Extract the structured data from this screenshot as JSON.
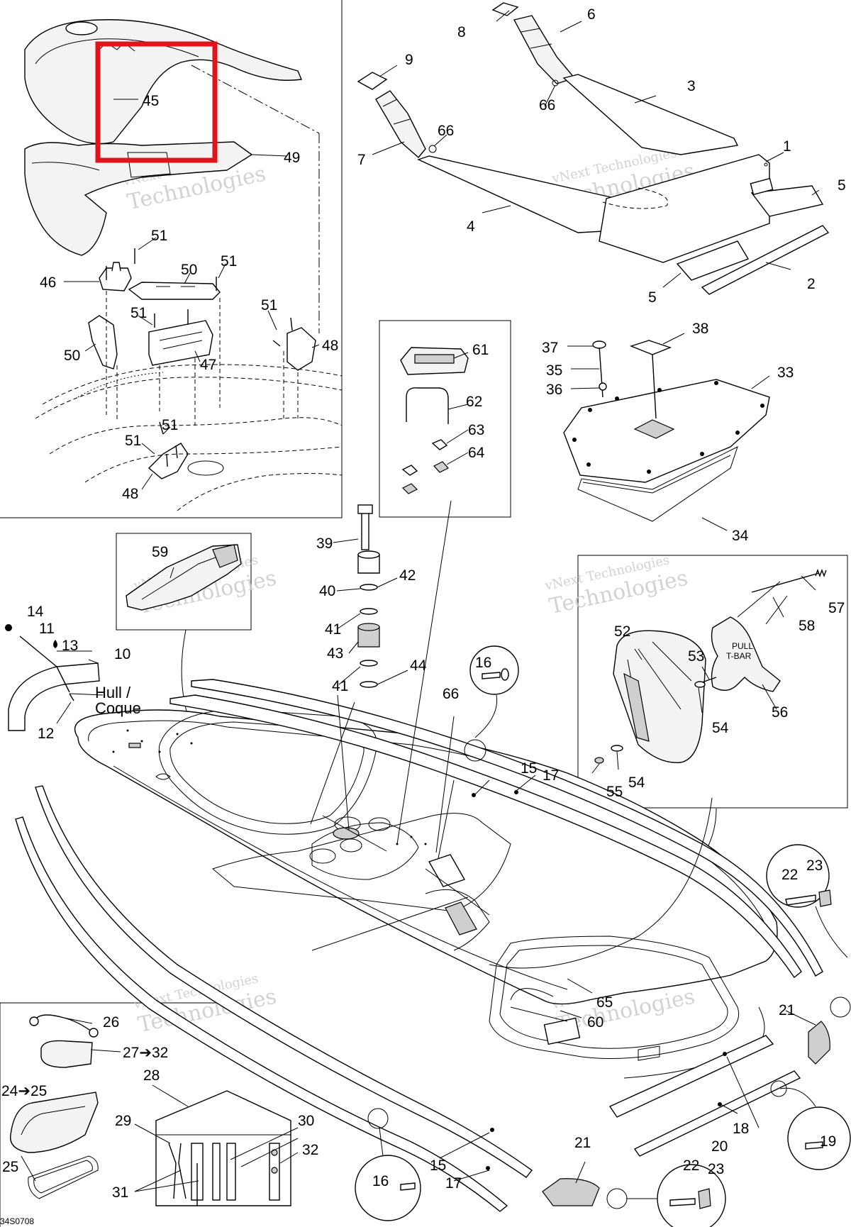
{
  "watermark": {
    "line1": "vNext Technologies",
    "line2": "Technologies"
  },
  "drawing_code": "34S0708",
  "hull_label": {
    "line1": "Hull /",
    "line2": "Coque"
  },
  "callouts": {
    "c1": "1",
    "c2": "2",
    "c3": "3",
    "c4": "4",
    "c5a": "5",
    "c5b": "5",
    "c6": "6",
    "c7": "7",
    "c8": "8",
    "c9": "9",
    "c10": "10",
    "c11": "11",
    "c12": "12",
    "c13": "13",
    "c14": "14",
    "c15a": "15",
    "c15b": "15",
    "c16a": "16",
    "c16b": "16",
    "c17a": "17",
    "c17b": "17",
    "c18": "18",
    "c19": "19",
    "c20": "20",
    "c21a": "21",
    "c21b": "21",
    "c22a": "22",
    "c22b": "22",
    "c23a": "23",
    "c23b": "23",
    "c24": "24➔25",
    "c25": "25",
    "c26": "26",
    "c27": "27➔32",
    "c28": "28",
    "c29": "29",
    "c30": "30",
    "c31": "31",
    "c32": "32",
    "c33": "33",
    "c34": "34",
    "c35": "35",
    "c36": "36",
    "c37": "37",
    "c38": "38",
    "c39": "39",
    "c40": "40",
    "c41a": "41",
    "c41b": "41",
    "c42": "42",
    "c43": "43",
    "c44": "44",
    "c45": "45",
    "c46": "46",
    "c47": "47",
    "c48a": "48",
    "c48b": "48",
    "c49": "49",
    "c50a": "50",
    "c50b": "50",
    "c51a": "51",
    "c51b": "51",
    "c51c": "51",
    "c51d": "51",
    "c51e": "51",
    "c51f": "51",
    "c52": "52",
    "c53": "53",
    "c54a": "54",
    "c54b": "54",
    "c55": "55",
    "c56": "56",
    "c57": "57",
    "c58": "58",
    "c59": "59",
    "c60": "60",
    "c61": "61",
    "c62": "62",
    "c63": "63",
    "c64": "64",
    "c65": "65",
    "c66a": "66",
    "c66b": "66",
    "c66c": "66"
  },
  "decal_text": {
    "line1": "PULL",
    "line2": "T-BAR"
  },
  "highlight_color": "#e0141b"
}
